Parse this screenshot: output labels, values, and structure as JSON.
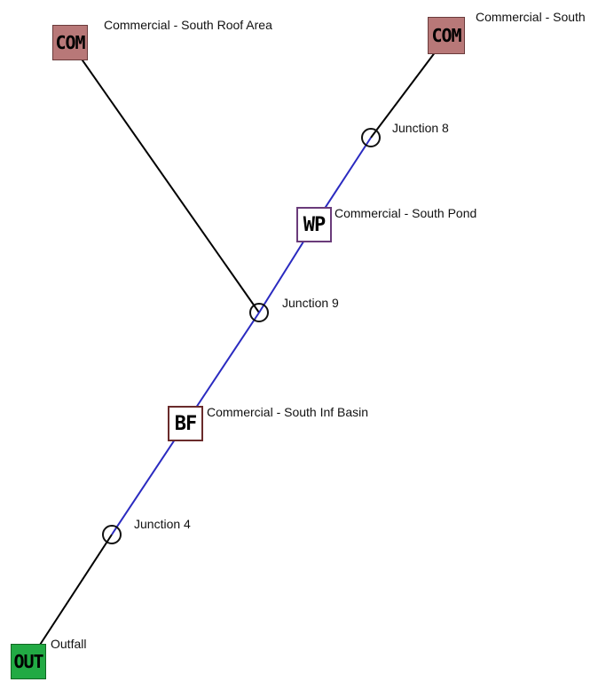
{
  "colors": {
    "background": "#ffffff",
    "link_black": "#000000",
    "link_blue": "#2a2ac0",
    "commercial_fill": "#b87878",
    "commercial_border": "#6a3b3b",
    "pond_border": "#6a3b7a",
    "basin_border": "#6a2b2b",
    "outfall_fill": "#22aa44"
  },
  "nodes": {
    "com_roof": {
      "label": "Commercial - South Roof Area",
      "symbol": "COM",
      "type": "commercial"
    },
    "com_south": {
      "label": "Commercial - South",
      "symbol": "COM",
      "type": "commercial"
    },
    "junction8": {
      "label": "Junction 8",
      "type": "junction"
    },
    "pond": {
      "label": "Commercial - South Pond",
      "symbol": "WP",
      "type": "wet-pond"
    },
    "junction9": {
      "label": "Junction 9",
      "type": "junction"
    },
    "basin": {
      "label": "Commercial - South Inf Basin",
      "symbol": "BF",
      "type": "biofilter"
    },
    "junction4": {
      "label": "Junction 4",
      "type": "junction"
    },
    "outfall": {
      "label": "Outfall",
      "symbol": "OUT",
      "type": "outfall"
    }
  }
}
